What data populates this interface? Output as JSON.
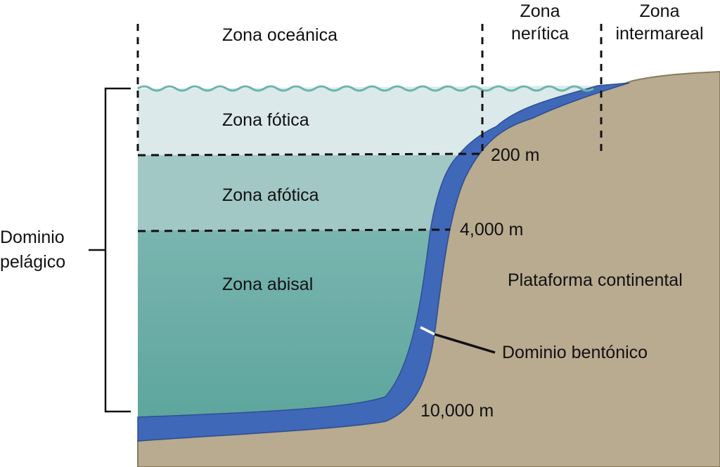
{
  "labels": {
    "oceanic_zone": "Zona oceánica",
    "neritic_zone_line1": "Zona",
    "neritic_zone_line2": "nerítica",
    "intertidal_zone_line1": "Zona",
    "intertidal_zone_line2": "intermareal",
    "photic_zone": "Zona fótica",
    "aphotic_zone": "Zona afótica",
    "abyssal_zone": "Zona abisal",
    "pelagic_domain_line1": "Dominio",
    "pelagic_domain_line2": "pelágico",
    "continental_shelf": "Plataforma continental",
    "benthic_domain": "Dominio bentónico"
  },
  "depths": {
    "d200": "200 m",
    "d4000": "4,000 m",
    "d10000": "10,000 m"
  },
  "colors": {
    "photic_water": "#dbe9ea",
    "aphotic_water": "#a2c8c6",
    "abyssal_top": "#78b3ae",
    "abyssal_bottom": "#5fa79e",
    "benthic": "#4068b8",
    "benthic_edge": "#2d4f96",
    "land": "#b9ab90",
    "land_edge": "#8a7a5c",
    "wave": "#6bb5ab",
    "line": "#111111"
  }
}
